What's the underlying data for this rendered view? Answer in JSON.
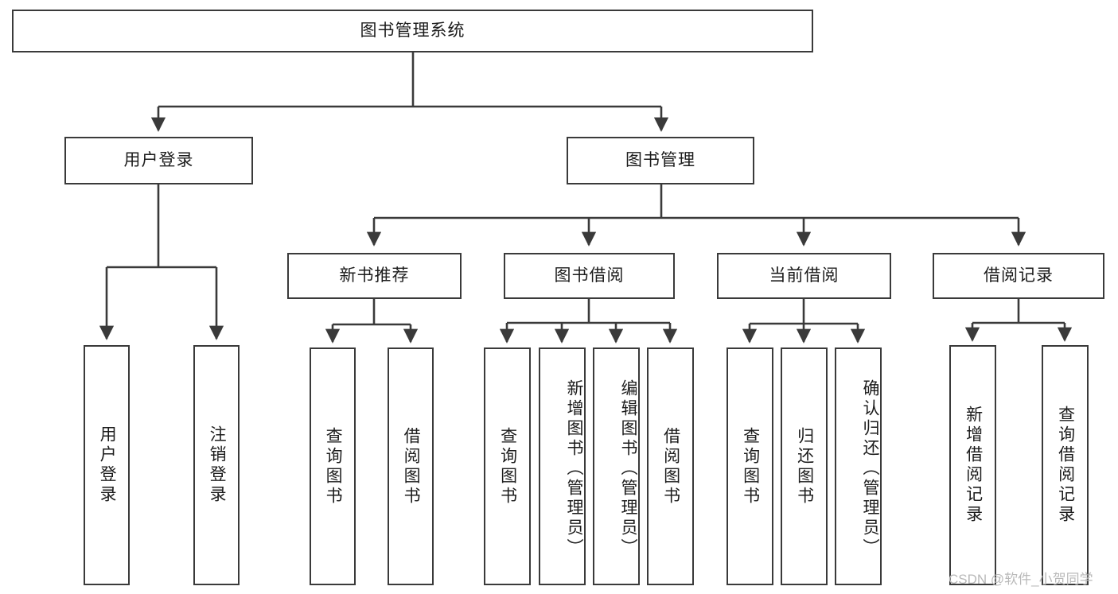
{
  "diagram": {
    "title": "图书管理系统",
    "root": {
      "id": "root",
      "label": "图书管理系统"
    },
    "level1": [
      {
        "id": "user-login",
        "label": "用户登录"
      },
      {
        "id": "book-manage",
        "label": "图书管理"
      }
    ],
    "level2": [
      {
        "id": "new-book-rec",
        "label": "新书推荐",
        "parent": "book-manage"
      },
      {
        "id": "book-borrow",
        "label": "图书借阅",
        "parent": "book-manage"
      },
      {
        "id": "current-borrow",
        "label": "当前借阅",
        "parent": "book-manage"
      },
      {
        "id": "borrow-record",
        "label": "借阅记录",
        "parent": "book-manage"
      }
    ],
    "leaves": {
      "user-login": [
        {
          "id": "leaf-user-login",
          "label": "用户登录"
        },
        {
          "id": "leaf-user-logout",
          "label": "注销登录"
        }
      ],
      "new-book-rec": [
        {
          "id": "leaf-query-book-1",
          "label": "查询图书"
        },
        {
          "id": "leaf-borrow-book-1",
          "label": "借阅图书"
        }
      ],
      "book-borrow": [
        {
          "id": "leaf-query-book-2",
          "label": "查询图书"
        },
        {
          "id": "leaf-add-book",
          "label": "新增图书（管理员）"
        },
        {
          "id": "leaf-edit-book",
          "label": "编辑图书（管理员）"
        },
        {
          "id": "leaf-borrow-book-2",
          "label": "借阅图书"
        }
      ],
      "current-borrow": [
        {
          "id": "leaf-query-book-3",
          "label": "查询图书"
        },
        {
          "id": "leaf-return-book",
          "label": "归还图书"
        },
        {
          "id": "leaf-confirm-return",
          "label": "确认归还（管理员）"
        }
      ],
      "borrow-record": [
        {
          "id": "leaf-add-record",
          "label": "新增借阅记录"
        },
        {
          "id": "leaf-query-record",
          "label": "查询借阅记录"
        }
      ]
    },
    "colors": {
      "stroke": "#3a3a3a",
      "background": "#ffffff",
      "text": "#1c1c1c",
      "watermark": "#b9b9b9"
    }
  },
  "watermark": {
    "text": "CSDN @软件_小贺同学"
  }
}
